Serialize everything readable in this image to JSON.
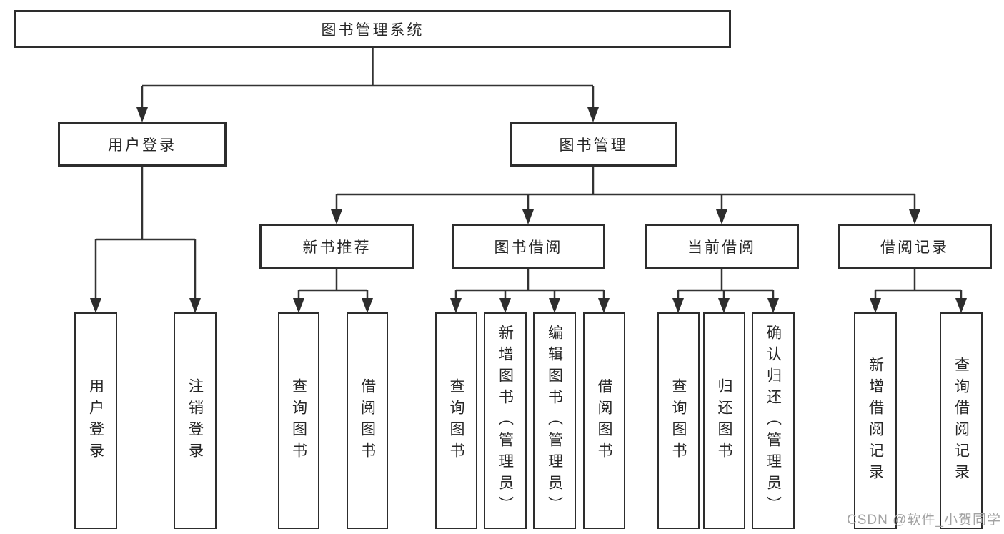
{
  "diagram": {
    "root": {
      "label": "图书管理系统"
    },
    "branches": [
      {
        "label": "用户登录",
        "children": [
          {
            "label": "用户登录"
          },
          {
            "label": "注销登录"
          }
        ]
      },
      {
        "label": "图书管理",
        "children": [
          {
            "label": "新书推荐",
            "children": [
              {
                "label": "查询图书"
              },
              {
                "label": "借阅图书"
              }
            ]
          },
          {
            "label": "图书借阅",
            "children": [
              {
                "label": "查询图书"
              },
              {
                "label": "新增图书（管理员）"
              },
              {
                "label": "编辑图书（管理员）"
              },
              {
                "label": "借阅图书"
              }
            ]
          },
          {
            "label": "当前借阅",
            "children": [
              {
                "label": "查询图书"
              },
              {
                "label": "归还图书"
              },
              {
                "label": "确认归还（管理员）"
              }
            ]
          },
          {
            "label": "借阅记录",
            "children": [
              {
                "label": "新增借阅记录"
              },
              {
                "label": "查询借阅记录"
              }
            ]
          }
        ]
      }
    ],
    "watermark": "CSDN @软件_小贺同学"
  },
  "colors": {
    "border": "#2d2d2d",
    "line": "#333333",
    "text": "#262626",
    "watermark": "#a3a3a3",
    "background": "#ffffff"
  }
}
